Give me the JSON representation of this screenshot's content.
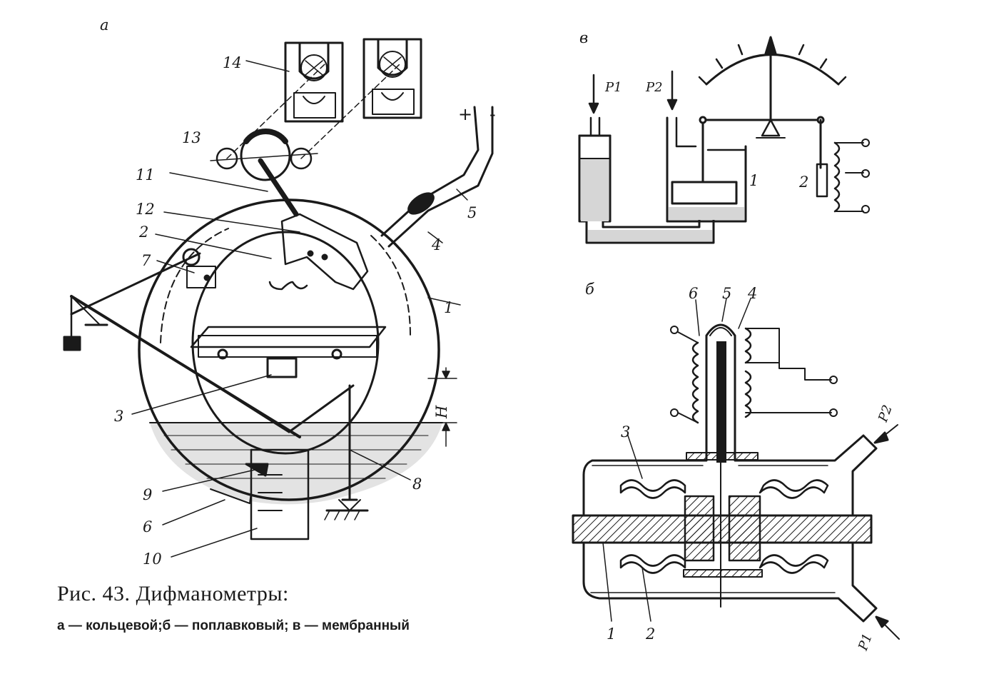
{
  "figure": {
    "panel_a": "а",
    "panel_b": "б",
    "panel_v": "в",
    "caption_title": "Рис. 43. Дифманометры:",
    "caption_line": "а — кольцевой;б — поплавковый; в — мембранный"
  },
  "panel_a_labels": {
    "n1": "1",
    "n2": "2",
    "n3": "3",
    "n4": "4",
    "n5": "5",
    "n6": "6",
    "n7": "7",
    "n8": "8",
    "n9": "9",
    "n10": "10",
    "n11": "11",
    "n12": "12",
    "n13": "13",
    "n14": "14",
    "height": "H",
    "plus": "+",
    "minus": "-"
  },
  "panel_b_labels": {
    "p1": "P1",
    "p2": "P2",
    "n1": "1",
    "n2": "2"
  },
  "panel_v_labels": {
    "n1": "1",
    "n2": "2",
    "n3": "3",
    "n4": "4",
    "n5": "5",
    "n6": "6",
    "p1": "P1",
    "p2": "P2"
  }
}
